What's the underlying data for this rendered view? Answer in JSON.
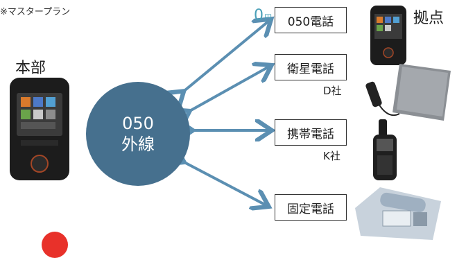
{
  "note": "※マスタープラン",
  "hq_label": "本部",
  "base_label": "拠点",
  "hub": {
    "line1": "050",
    "line2": "外線",
    "color": "#46708e"
  },
  "zero_price": {
    "value": "0",
    "unit": "円",
    "color": "#4aa0b8"
  },
  "arrow_color": "#5b8fb2",
  "destinations": [
    {
      "label": "050電話",
      "carrier": ""
    },
    {
      "label": "衛星電話",
      "carrier": "D社"
    },
    {
      "label": "携帯電話",
      "carrier": "K社"
    },
    {
      "label": "固定電話",
      "carrier": ""
    }
  ],
  "devices": {
    "hq": "smartphone-handset",
    "base_050": "smartphone-handset",
    "satellite": "satellite-terminal-with-handset",
    "mobile": "rugged-mobile-phone",
    "landline": "desk-telephone"
  }
}
